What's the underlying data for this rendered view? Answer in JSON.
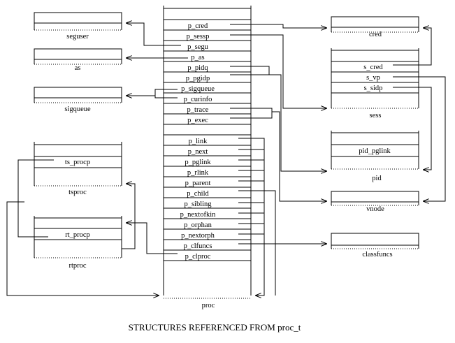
{
  "diagram": {
    "caption": "STRUCTURES REFERENCED FROM proc_t",
    "line_color": "#000000",
    "background": "#ffffff",
    "proc": {
      "label": "proc",
      "fields_top": [
        "p_cred",
        "p_sessp",
        "p_segu",
        "p_as",
        "p_pidq",
        "p_pgidp",
        "p_sigqueue",
        "p_curinfo",
        "p_trace",
        "p_exec"
      ],
      "fields_bottom": [
        "p_link",
        "p_next",
        "p_pglink",
        "p_rlink",
        "p_parent",
        "p_child",
        "p_sibling",
        "p_nextofkin",
        "p_orphan",
        "p_nextorph",
        "p_clfuncs",
        "p_clproc"
      ]
    },
    "left_structs": {
      "seguser": {
        "label": "seguser"
      },
      "as": {
        "label": "as"
      },
      "sigqueue": {
        "label": "sigqueue"
      },
      "tsproc": {
        "label": "tsproc",
        "field": "ts_procp"
      },
      "rtproc": {
        "label": "rtproc",
        "field": "rt_procp"
      }
    },
    "right_structs": {
      "cred": {
        "label": "cred"
      },
      "sess": {
        "label": "sess",
        "fields": [
          "s_cred",
          "s_vp",
          "s_sidp"
        ]
      },
      "pid": {
        "label": "pid",
        "field": "pid_pglink"
      },
      "vnode": {
        "label": "vnode"
      },
      "classfuncs": {
        "label": "classfuncs"
      }
    }
  }
}
